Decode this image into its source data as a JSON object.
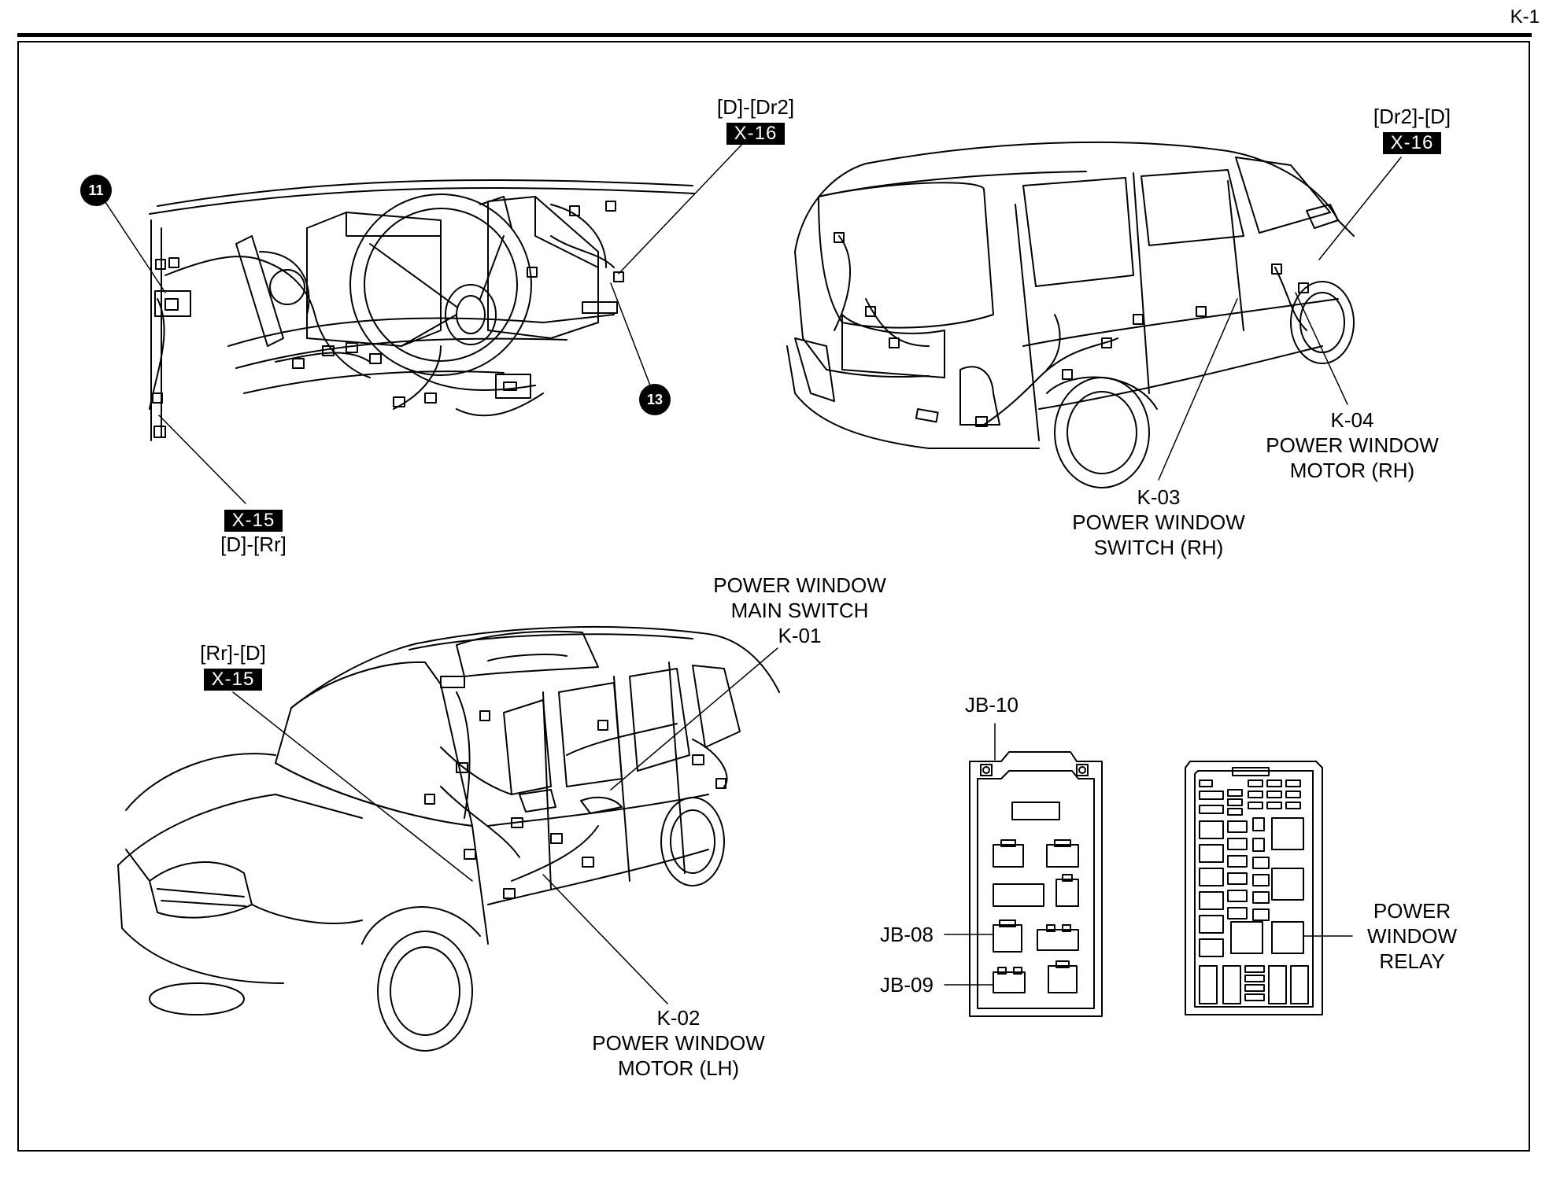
{
  "page_number": "K-1",
  "callouts": {
    "c11": "11",
    "c13": "13"
  },
  "labels": {
    "x16_dash": {
      "code": "[D]-[Dr2]",
      "tag": "X-16"
    },
    "x15_dash": {
      "tag": "X-15",
      "code": "[D]-[Rr]"
    },
    "x16_rear": {
      "code": "[Dr2]-[D]",
      "tag": "X-16"
    },
    "x15_front": {
      "code": "[Rr]-[D]",
      "tag": "X-15"
    },
    "k04": {
      "code": "K-04",
      "line1": "POWER WINDOW",
      "line2": "MOTOR (RH)"
    },
    "k03": {
      "code": "K-03",
      "line1": "POWER WINDOW",
      "line2": "SWITCH (RH)"
    },
    "k01": {
      "line1": "POWER WINDOW",
      "line2": "MAIN SWITCH",
      "code": "K-01"
    },
    "k02": {
      "code": "K-02",
      "line1": "POWER WINDOW",
      "line2": "MOTOR (LH)"
    },
    "jb10": "JB-10",
    "jb08": "JB-08",
    "jb09": "JB-09",
    "relay": {
      "line1": "POWER",
      "line2": "WINDOW",
      "line3": "RELAY"
    }
  }
}
